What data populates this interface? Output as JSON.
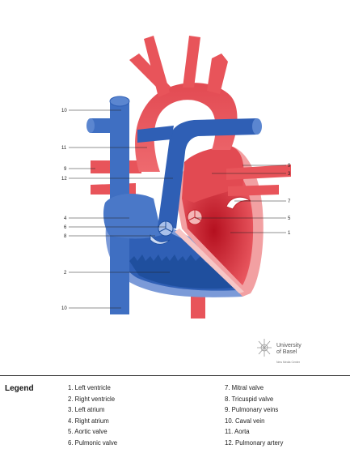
{
  "labels": [
    "10",
    "11",
    "9",
    "12",
    "9",
    "3",
    "7",
    "4",
    "6",
    "8",
    "5",
    "1",
    "2",
    "10"
  ],
  "logo": {
    "icon": "university-seal-icon",
    "line1": "University",
    "line2": "of Basel",
    "subline": "New Media Center"
  },
  "legend": {
    "title": "Legend",
    "items": [
      "1. Left ventricle",
      "2. Right ventricle",
      "3. Left atrium",
      "4. Right atrium",
      "5. Aortic valve",
      "6. Pulmonic valve",
      "7. Mitral valve",
      "8. Tricuspid valve",
      "9. Pulmonary veins",
      "10. Caval vein",
      "11. Aorta",
      "12. Pulmonary artery"
    ]
  },
  "colors": {
    "oxygenated": "#e8545a",
    "oxygenated_dark": "#c4262f",
    "deoxygenated": "#3f6fc2",
    "deoxygenated_dark": "#1f4f9e",
    "myocardium": "#f0a0a0",
    "ventricle_light": "#7b9ad8"
  }
}
